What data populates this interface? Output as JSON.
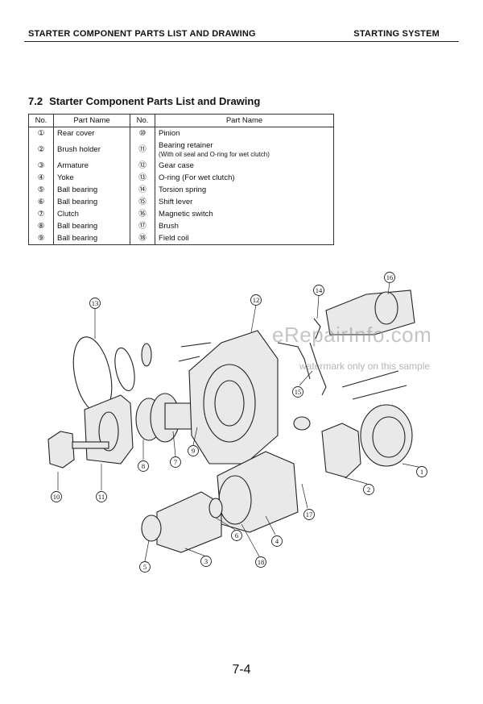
{
  "header": {
    "left": "STARTER COMPONENT PARTS LIST AND DRAWING",
    "right": "STARTING SYSTEM"
  },
  "section": {
    "number": "7.2",
    "title": "Starter Component Parts List and Drawing"
  },
  "table": {
    "col_no": "No.",
    "col_name": "Part Name",
    "rows": [
      {
        "no_l": "①",
        "name_l": "Rear cover",
        "no_r": "⑩",
        "name_r": "Pinion",
        "sub_r": ""
      },
      {
        "no_l": "②",
        "name_l": "Brush holder",
        "no_r": "⑪",
        "name_r": "Bearing retainer",
        "sub_r": "(With oil seal and O-ring for wet clutch)"
      },
      {
        "no_l": "③",
        "name_l": "Armature",
        "no_r": "⑫",
        "name_r": "Gear case",
        "sub_r": ""
      },
      {
        "no_l": "④",
        "name_l": "Yoke",
        "no_r": "⑬",
        "name_r": "O-ring (For wet clutch)",
        "sub_r": ""
      },
      {
        "no_l": "⑤",
        "name_l": "Ball bearing",
        "no_r": "⑭",
        "name_r": "Torsion spring",
        "sub_r": ""
      },
      {
        "no_l": "⑥",
        "name_l": "Ball bearing",
        "no_r": "⑮",
        "name_r": "Shift lever",
        "sub_r": ""
      },
      {
        "no_l": "⑦",
        "name_l": "Clutch",
        "no_r": "⑯",
        "name_r": "Magnetic switch",
        "sub_r": ""
      },
      {
        "no_l": "⑧",
        "name_l": "Ball bearing",
        "no_r": "⑰",
        "name_r": "Brush",
        "sub_r": ""
      },
      {
        "no_l": "⑨",
        "name_l": "Ball bearing",
        "no_r": "⑱",
        "name_r": "Field coil",
        "sub_r": ""
      }
    ]
  },
  "callouts": {
    "c1": "1",
    "c2": "2",
    "c3": "3",
    "c4": "4",
    "c5": "5",
    "c6": "6",
    "c7": "7",
    "c8": "8",
    "c9": "9",
    "c10": "10",
    "c11": "11",
    "c12": "12",
    "c13": "13",
    "c14": "14",
    "c15": "15",
    "c16": "16",
    "c17": "17",
    "c18": "18"
  },
  "watermark": {
    "main": "eRepairInfo.com",
    "sub": "watermark only on this sample"
  },
  "page_number": "7-4"
}
